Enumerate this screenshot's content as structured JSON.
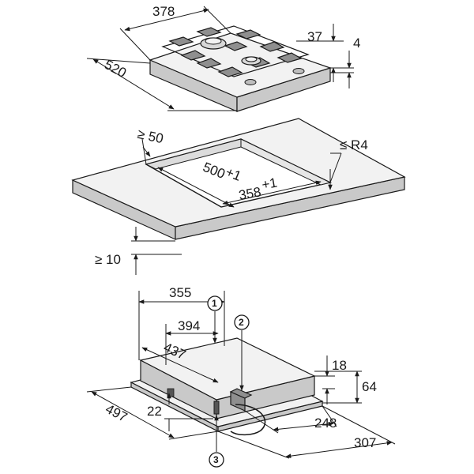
{
  "hob": {
    "width": "378",
    "depth": "520",
    "height_knob": "37",
    "thickness": "4"
  },
  "cutout": {
    "min_edge": "≥ 50",
    "radius": "≤ R4",
    "depth": "500",
    "depth_tol": "+1",
    "width": "358",
    "width_tol": "+1",
    "min_below": "≥ 10"
  },
  "underside": {
    "width": "355",
    "d394": "394",
    "d437": "437",
    "d497": "497",
    "d22": "22",
    "d18": "18",
    "d64": "64",
    "d248": "248",
    "d307": "307"
  },
  "callouts": {
    "c1": "1",
    "c2": "2",
    "c3": "3"
  },
  "colors": {
    "line": "#1a1a1a",
    "face_top": "#f2f2f2",
    "face_side": "#c9c9c9",
    "face_dark": "#8f8f8f"
  }
}
